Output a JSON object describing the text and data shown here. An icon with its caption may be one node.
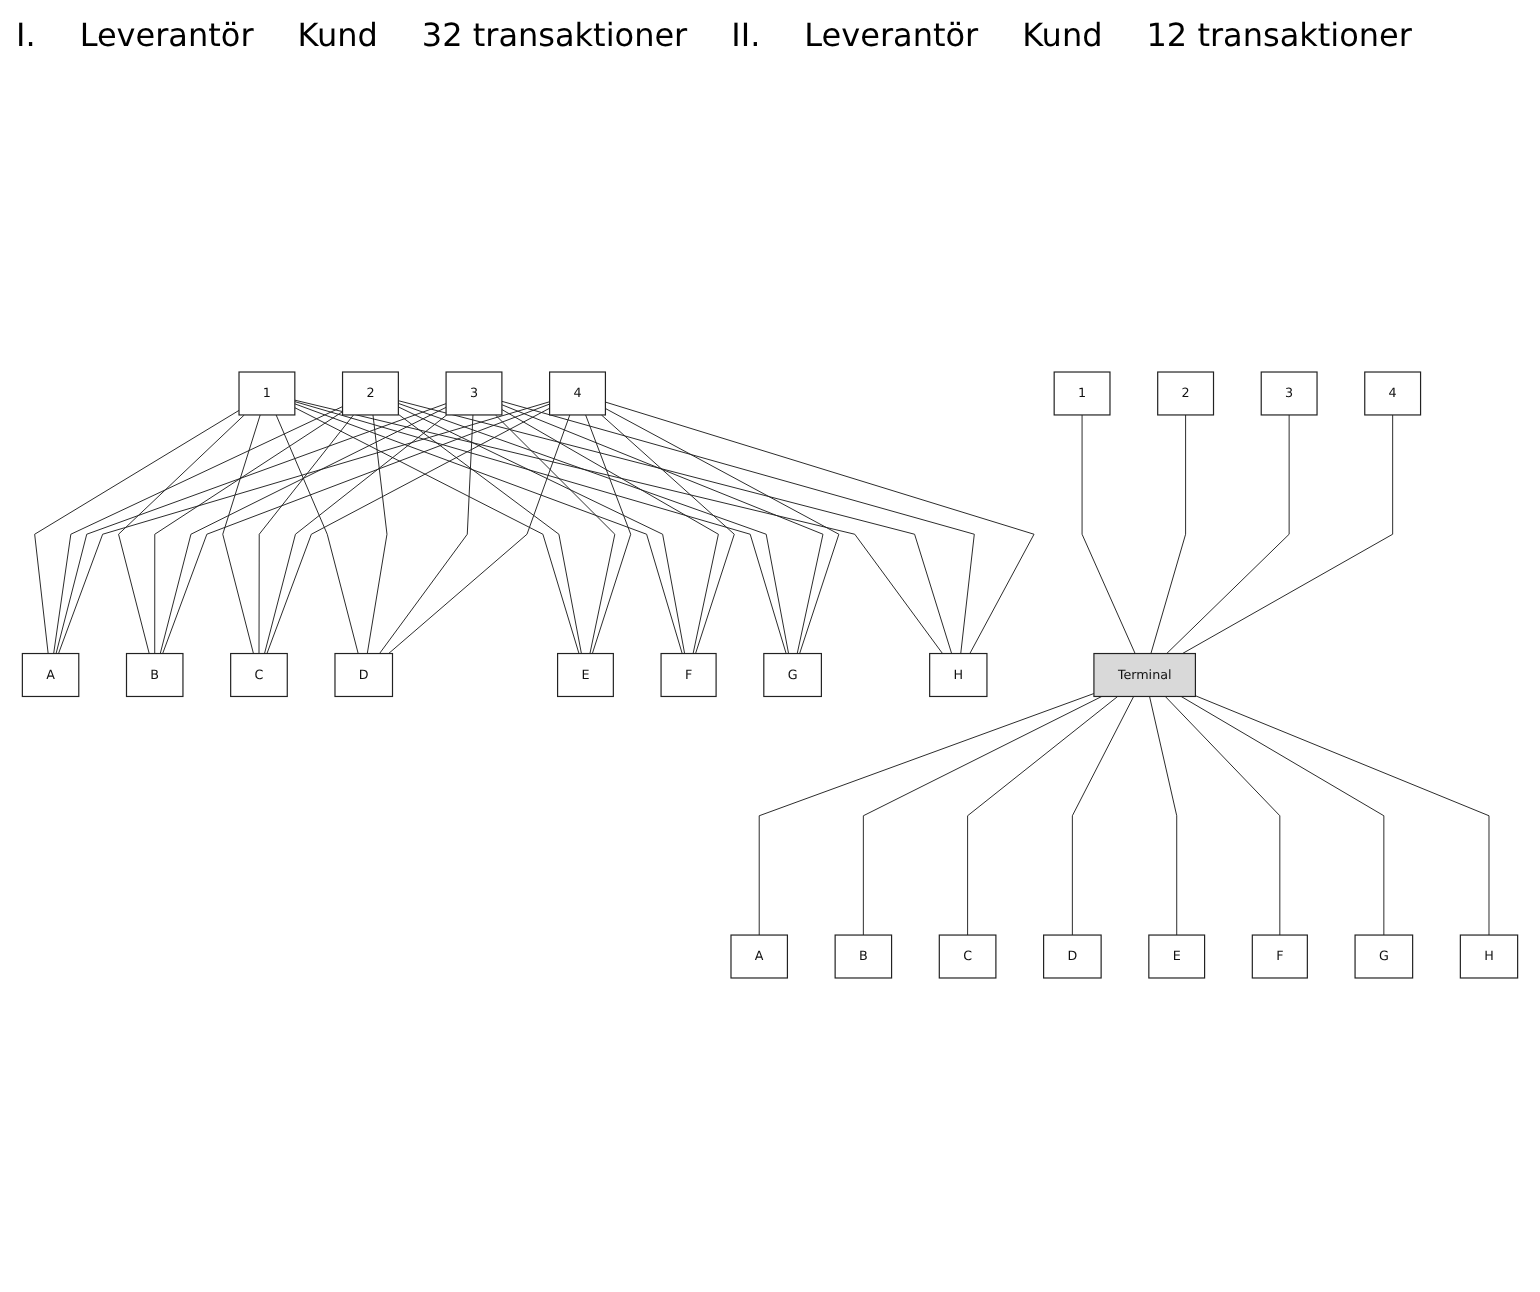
{
  "diagram": {
    "nodes": [
      {
        "text": [
          "1"
        ]
      },
      {
        "text": [
          "2"
        ]
      },
      {
        "text": [
          "3"
        ]
      },
      {
        "text": [
          "4"
        ]
      },
      {
        "text": [
          "A"
        ]
      },
      {
        "text": [
          "B"
        ]
      },
      {
        "text": [
          "C"
        ]
      },
      {
        "text": [
          "D"
        ]
      },
      {
        "text": [
          "E"
        ]
      },
      {
        "text": [
          "F"
        ]
      },
      {
        "text": [
          "G"
        ]
      },
      {
        "text": [
          "H"
        ]
      },
      {
        "text": [
          "1"
        ]
      },
      {
        "text": [
          "2"
        ]
      },
      {
        "text": [
          "3"
        ]
      },
      {
        "text": [
          "4"
        ]
      },
      {
        "text": [
          "Terminal"
        ]
      },
      {
        "text": [
          "A"
        ]
      },
      {
        "text": [
          "B"
        ]
      },
      {
        "text": [
          "C"
        ]
      },
      {
        "text": [
          "D"
        ]
      },
      {
        "text": [
          "E"
        ]
      },
      {
        "text": [
          "F"
        ]
      },
      {
        "text": [
          "G"
        ]
      },
      {
        "text": [
          "H"
        ]
      }
    ],
    "edges": [
      {
        "from": 0,
        "to": 4,
        "arrow": "none"
      },
      {
        "from": 0,
        "to": 5,
        "arrow": "none"
      },
      {
        "from": 0,
        "to": 6,
        "arrow": "none"
      },
      {
        "from": 0,
        "to": 7,
        "arrow": "none"
      },
      {
        "from": 0,
        "to": 8,
        "arrow": "none"
      },
      {
        "from": 0,
        "to": 9,
        "arrow": "none"
      },
      {
        "from": 0,
        "to": 10,
        "arrow": "none"
      },
      {
        "from": 0,
        "to": 11,
        "arrow": "none"
      },
      {
        "from": 1,
        "to": 4,
        "arrow": "none"
      },
      {
        "from": 1,
        "to": 5,
        "arrow": "none"
      },
      {
        "from": 1,
        "to": 6,
        "arrow": "none"
      },
      {
        "from": 1,
        "to": 7,
        "arrow": "none"
      },
      {
        "from": 1,
        "to": 8,
        "arrow": "none"
      },
      {
        "from": 1,
        "to": 9,
        "arrow": "none"
      },
      {
        "from": 1,
        "to": 10,
        "arrow": "none"
      },
      {
        "from": 1,
        "to": 11,
        "arrow": "none"
      },
      {
        "from": 2,
        "to": 4,
        "arrow": "none"
      },
      {
        "from": 2,
        "to": 5,
        "arrow": "none"
      },
      {
        "from": 2,
        "to": 6,
        "arrow": "none"
      },
      {
        "from": 2,
        "to": 7,
        "arrow": "none"
      },
      {
        "from": 2,
        "to": 8,
        "arrow": "none"
      },
      {
        "from": 2,
        "to": 9,
        "arrow": "none"
      },
      {
        "from": 2,
        "to": 10,
        "arrow": "none"
      },
      {
        "from": 2,
        "to": 11,
        "arrow": "none"
      },
      {
        "from": 3,
        "to": 4,
        "arrow": "none"
      },
      {
        "from": 3,
        "to": 5,
        "arrow": "none"
      },
      {
        "from": 3,
        "to": 6,
        "arrow": "none"
      },
      {
        "from": 3,
        "to": 7,
        "arrow": "none"
      },
      {
        "from": 3,
        "to": 8,
        "arrow": "none"
      },
      {
        "from": 3,
        "to": 9,
        "arrow": "none"
      },
      {
        "from": 3,
        "to": 10,
        "arrow": "none"
      },
      {
        "from": 3,
        "to": 11,
        "arrow": "none"
      },
      {
        "from": 12,
        "to": 16,
        "arrow": "none"
      },
      {
        "from": 13,
        "to": 16,
        "arrow": "none"
      },
      {
        "from": 14,
        "to": 16,
        "arrow": "none"
      },
      {
        "from": 15,
        "to": 16,
        "arrow": "none"
      },
      {
        "from": 16,
        "to": 17,
        "arrow": "none"
      },
      {
        "from": 16,
        "to": 18,
        "arrow": "none"
      },
      {
        "from": 16,
        "to": 19,
        "arrow": "none"
      },
      {
        "from": 16,
        "to": 20,
        "arrow": "none"
      },
      {
        "from": 16,
        "to": 21,
        "arrow": "none"
      },
      {
        "from": 16,
        "to": 22,
        "arrow": "none"
      },
      {
        "from": 16,
        "to": 23,
        "arrow": "none"
      },
      {
        "from": 16,
        "to": 24,
        "arrow": "none"
      }
    ],
    "labels": [
      "I.",
      "Leverantör",
      "Kund",
      "32 transaktioner",
      "II.",
      "Leverantör",
      "Kund",
      "12 transaktioner"
    ]
  }
}
